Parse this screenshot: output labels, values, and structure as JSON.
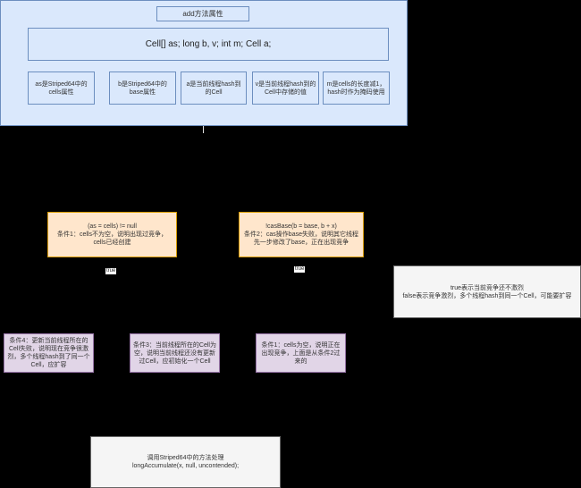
{
  "panel": {
    "title": "add方法属性",
    "declaration": "Cell[] as; long b, v; int m; Cell a;",
    "attrs": [
      "as是Striped64中的cells属性",
      "b是Striped64中的base属性",
      "a是当前线程hash到的Cell",
      "v是当前线程hash到的Cell中存储的值",
      "m是cells的长度减1，hash时作为掩码使用"
    ]
  },
  "conditions": {
    "cond1": "(as = cells) != null\n条件1：cells不为空，说明出现过竞争，cells已经创建",
    "cond2": "!casBase(b = base, b + x)\n条件2：cas操作base失败，说明其它线程先一步修改了base，正在出现竞争"
  },
  "labels": {
    "true_left": "true",
    "true_right": "true"
  },
  "note": "true表示当前竞争还不激烈\nfalse表示竞争激烈，多个线程hash到同一个Cell，可能要扩容",
  "subconditions": {
    "cond4": "条件4：更新当前线程所在的Cell失败，说明现在竞争很激烈，多个线程hash到了同一个Cell，应扩容",
    "cond3": "条件3：当前线程所在的Cell为空，说明当前线程还没有更新过Cell，应初始化一个Cell",
    "cond1b": "条件1：cells为空，说明正在出现竞争，上面是从条件2过来的"
  },
  "action": "调用Striped64中的方法处理\nlongAccumulate(x, null, uncontended);"
}
